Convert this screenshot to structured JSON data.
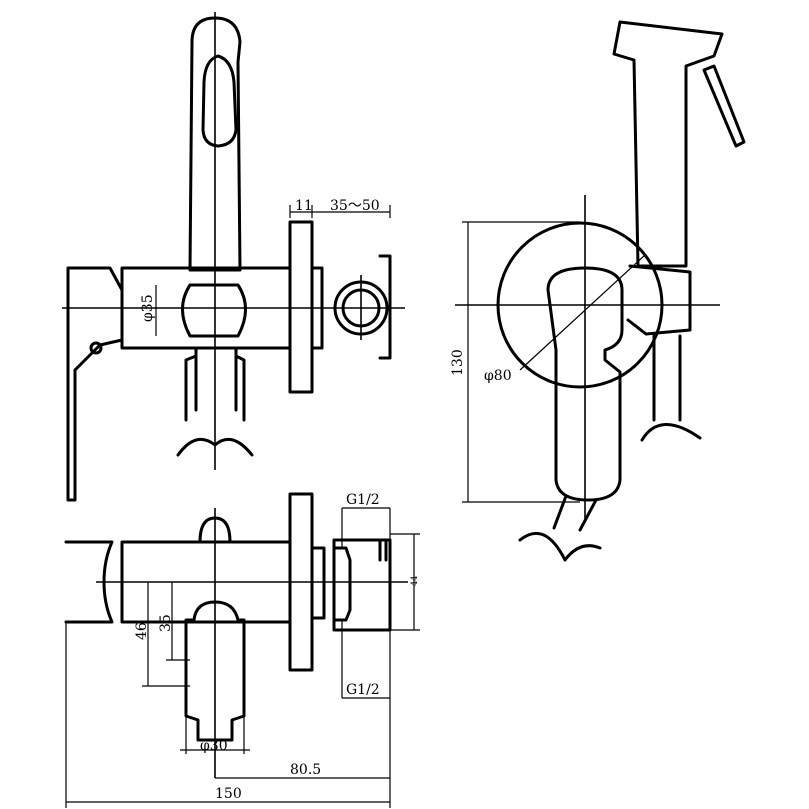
{
  "figure": {
    "views": [
      "front-view",
      "side-view",
      "top-view"
    ]
  },
  "dimensions": {
    "d_11": "11",
    "d_35_50": "35～50",
    "d_phi35": "φ35",
    "d_130": "130",
    "d_phi80": "φ80",
    "d_g12_top": "G1/2",
    "d_g12_bottom": "G1/2",
    "d_44": "44",
    "d_46": "46",
    "d_35": "35",
    "d_phi30": "φ30",
    "d_80_5": "80.5",
    "d_150": "150"
  }
}
